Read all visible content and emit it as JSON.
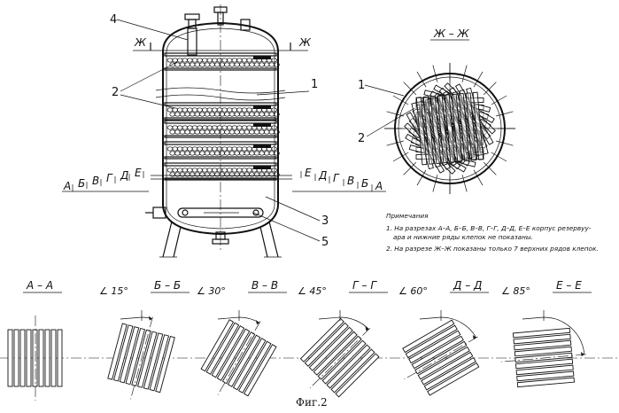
{
  "vessel": {
    "section_mark_top": "Ж",
    "section_marks_bottom": [
      "А",
      "Б",
      "В",
      "Г",
      "Д",
      "Е"
    ],
    "callouts": [
      "4",
      "2",
      "1",
      "3",
      "5"
    ]
  },
  "cross_section": {
    "title": "Ж – Ж",
    "callouts": [
      "1",
      "2"
    ]
  },
  "notes": {
    "heading": "Примечания",
    "line1": "1. На разрезах А–А, Б–Б, В–В, Г–Г, Д–Д, Е–Е корпус резервуу-",
    "line2": "ара и нижние ряды клепок не показаны.",
    "line3": "2. На разрезе Ж–Ж показаны только 7 верхних рядов клепок."
  },
  "sections": [
    {
      "title": "А – А",
      "angle": 0,
      "angle_label": ""
    },
    {
      "title": "Б – Б",
      "angle": 15,
      "angle_label": "∠ 15°"
    },
    {
      "title": "В – В",
      "angle": 30,
      "angle_label": "∠ 30°"
    },
    {
      "title": "Г – Г",
      "angle": 45,
      "angle_label": "∠ 45°"
    },
    {
      "title": "Д – Д",
      "angle": 60,
      "angle_label": "∠ 60°"
    },
    {
      "title": "Е – Е",
      "angle": 85,
      "angle_label": "∠ 85°"
    }
  ],
  "caption": "Фиг.2"
}
